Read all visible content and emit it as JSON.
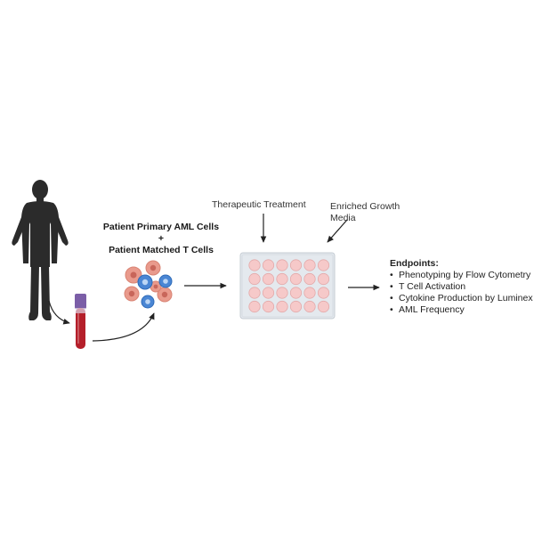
{
  "cells": {
    "line1": "Patient Primary AML Cells",
    "line2": "+",
    "line3": "Patient Matched T Cells"
  },
  "treatment_label": "Therapeutic Treatment",
  "media_label_line1": "Enriched Growth",
  "media_label_line2": "Media",
  "endpoints": {
    "title": "Endpoints:",
    "items": [
      "Phenotyping by Flow Cytometry",
      "T Cell Activation",
      "Cytokine Production by Luminex",
      "AML Frequency"
    ]
  },
  "colors": {
    "person": "#2b2b2b",
    "tube_cap": "#7b5ea7",
    "blood": "#b51f2a",
    "aml_cell": "#e99a8c",
    "t_cell": "#4a86d4",
    "well": "#f6c9c9",
    "plate": "#e4e9ee"
  },
  "icons": [
    "human-silhouette-icon",
    "blood-tube-icon",
    "cell-cluster-icon",
    "well-plate-icon"
  ]
}
